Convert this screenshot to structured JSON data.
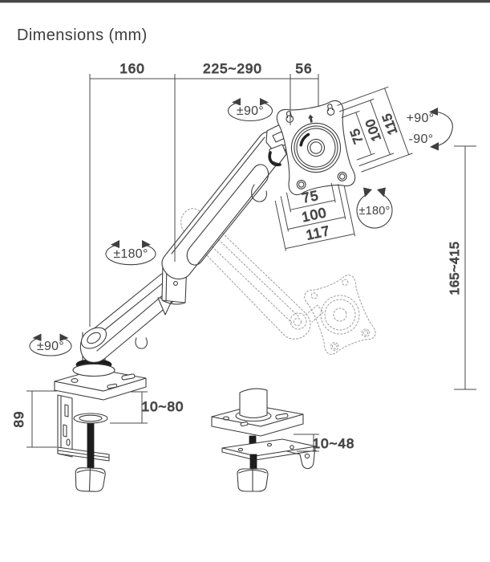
{
  "title": "Dimensions (mm)",
  "dimensions": {
    "arm_reach_rear": "160",
    "arm_reach_mid": "225~290",
    "arm_reach_front": "56",
    "vesa_vertical_75": "75",
    "vesa_vertical_100": "100",
    "vesa_plate_height": "115",
    "vesa_horizontal_75": "75",
    "vesa_horizontal_100": "100",
    "vesa_plate_width": "117",
    "height_range": "165~415",
    "clamp_height": "89",
    "clamp_desk_thickness": "10~80",
    "grommet_desk_thickness": "10~48"
  },
  "rotations": {
    "head_swivel": "±90°",
    "tilt_up": "+90°",
    "tilt_down": "-90°",
    "vesa_rotation": "±180°",
    "arm_swivel": "±180°",
    "base_swivel": "±90°"
  },
  "colors": {
    "line": "#3f3f3f",
    "text": "#424242",
    "ghost": "#9b9b9b",
    "top_bar": "#474747"
  }
}
